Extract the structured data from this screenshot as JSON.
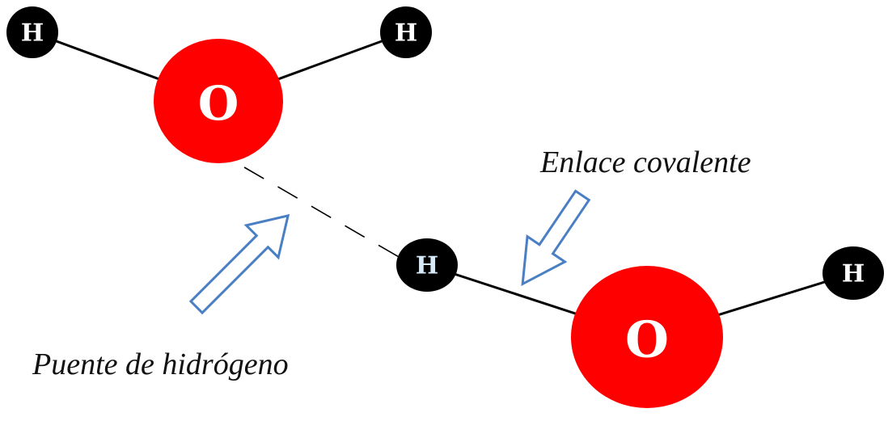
{
  "colors": {
    "oxygen": "#ff0000",
    "hydrogen": "#000000",
    "bond": "#000000",
    "arrow_stroke": "#4a7fc4",
    "arrow_fill": "#ffffff",
    "label_white": "#ffffff",
    "label_highlight": "#d6eaf8"
  },
  "molecules": [
    {
      "oxygen": "O",
      "hydrogens": [
        "H",
        "H"
      ]
    },
    {
      "oxygen": "O",
      "hydrogens": [
        "H",
        "H"
      ]
    }
  ],
  "annotations": {
    "hydrogen_bond": "Puente de hidrógeno",
    "covalent_bond": "Enlace covalente"
  },
  "icons": [
    "hollow-arrow-icon",
    "hollow-arrow-icon"
  ]
}
